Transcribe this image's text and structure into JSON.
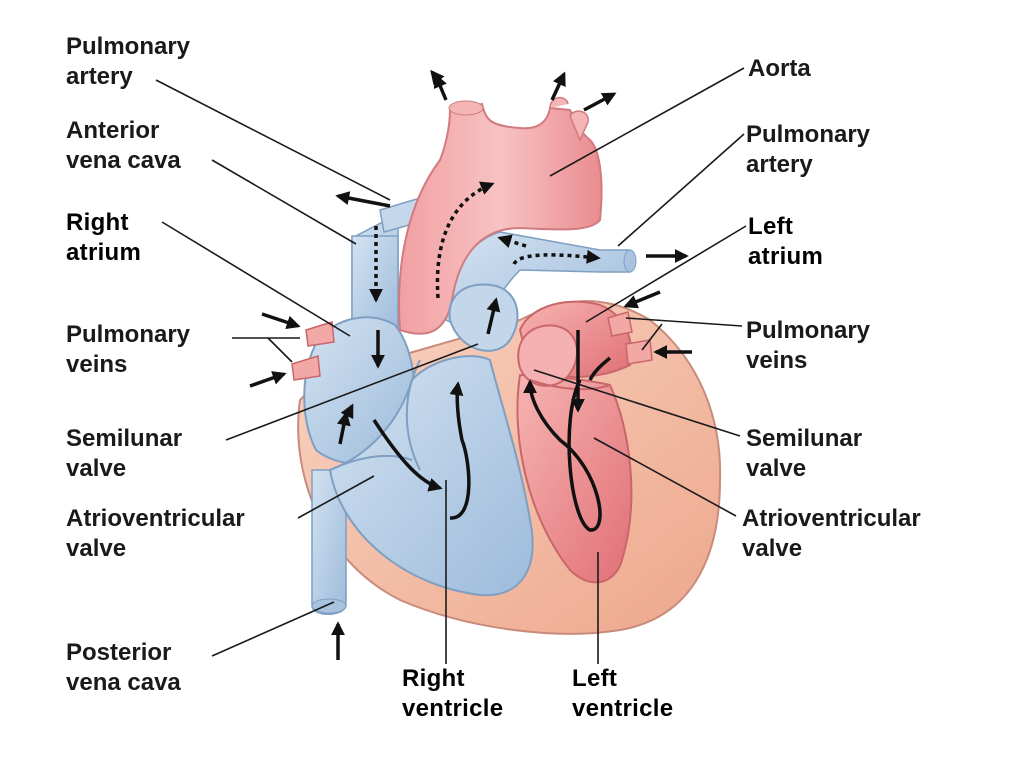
{
  "labels": {
    "pulmonary_artery_left": [
      "Pulmonary",
      "artery"
    ],
    "anterior_vena_cava": [
      "Anterior",
      "vena cava"
    ],
    "right_atrium": [
      "Right",
      "atrium"
    ],
    "pulmonary_veins_left": [
      "Pulmonary",
      "veins"
    ],
    "semilunar_valve_left": [
      "Semilunar",
      "valve"
    ],
    "av_valve_left": [
      "Atrioventricular",
      "valve"
    ],
    "posterior_vena_cava": [
      "Posterior",
      "vena cava"
    ],
    "aorta": [
      "Aorta"
    ],
    "pulmonary_artery_right": [
      "Pulmonary",
      "artery"
    ],
    "left_atrium": [
      "Left",
      "atrium"
    ],
    "pulmonary_veins_right": [
      "Pulmonary",
      "veins"
    ],
    "semilunar_valve_right": [
      "Semilunar",
      "valve"
    ],
    "av_valve_right": [
      "Atrioventricular",
      "valve"
    ],
    "right_ventricle": [
      "Right",
      "ventricle"
    ],
    "left_ventricle": [
      "Left",
      "ventricle"
    ]
  },
  "colors": {
    "oxygen_poor": "#b9cfe6",
    "oxygen_poor_dark": "#8fb0d3",
    "oxygen_rich": "#ef9a9a",
    "oxygen_rich_dark": "#d9636b",
    "muscle": "#f6c5b2",
    "outline": "#1a1a1a"
  }
}
